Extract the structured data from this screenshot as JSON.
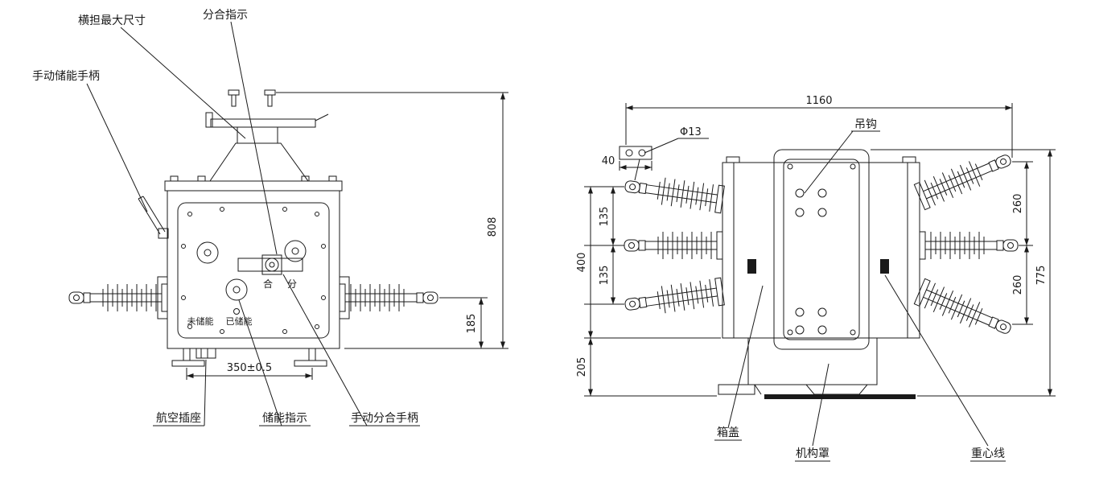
{
  "front_view": {
    "labels": {
      "crossarm_max": "横担最大尺寸",
      "open_close_indicator": "分合指示",
      "manual_charge_handle": "手动储能手柄",
      "aviation_socket": "航空插座",
      "charge_indicator": "储能指示",
      "manual_switch_handle": "手动分合手柄",
      "close": "合",
      "open": "分",
      "uncharged": "未储能",
      "charged": "已储能"
    },
    "dims": {
      "total_height": "808",
      "bushing_height": "185",
      "mount_width": "350±0.5"
    }
  },
  "side_view": {
    "labels": {
      "hook": "吊钩",
      "box_cover": "箱盖",
      "mechanism_cover": "机构罩",
      "gravity_line": "重心线"
    },
    "dims": {
      "total_width": "1160",
      "hole_dia": "Φ13",
      "plate_offset": "40",
      "pole_gap_1": "135",
      "pole_gap_2": "135",
      "frame_height": "400",
      "base_height": "205",
      "terminal_gap_1": "260",
      "terminal_gap_2": "260",
      "total_height": "775"
    }
  }
}
